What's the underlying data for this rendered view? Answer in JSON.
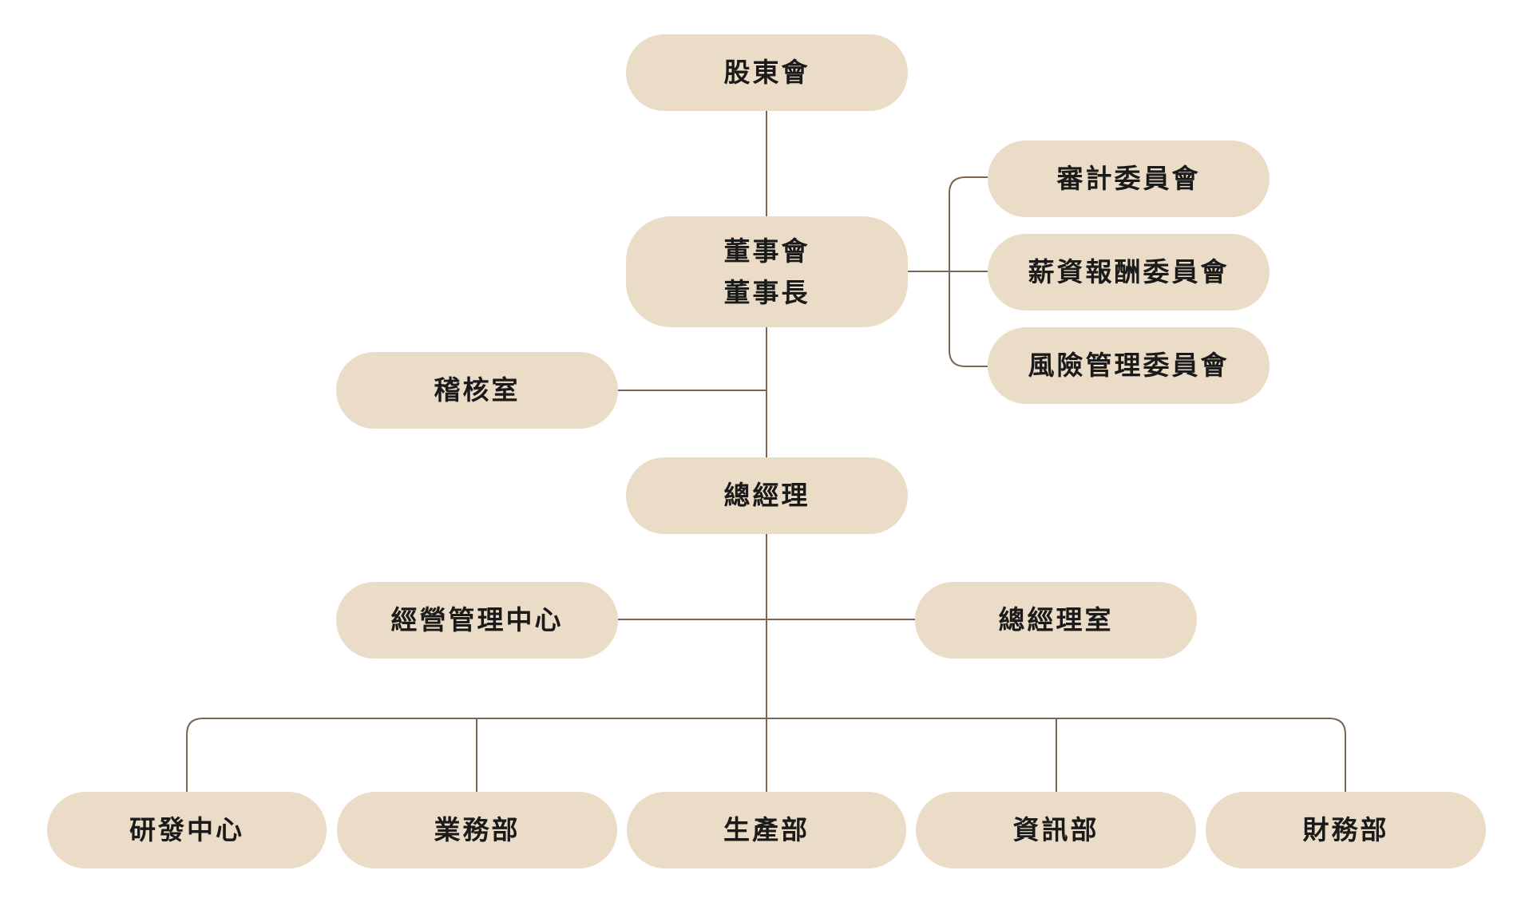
{
  "colors": {
    "node_fill": "#ebdcc8",
    "line": "#7a6450",
    "text": "#1a1a1a"
  },
  "nodes": {
    "shareholders": "股東會",
    "board_line1": "董事會",
    "board_line2": "董事長",
    "audit_committee": "審計委員會",
    "compensation_committee": "薪資報酬委員會",
    "risk_committee": "風險管理委員會",
    "internal_audit": "稽核室",
    "general_manager": "總經理",
    "management_center": "經營管理中心",
    "gm_office": "總經理室",
    "rd_center": "研發中心",
    "sales": "業務部",
    "production": "生產部",
    "it": "資訊部",
    "finance": "財務部"
  }
}
